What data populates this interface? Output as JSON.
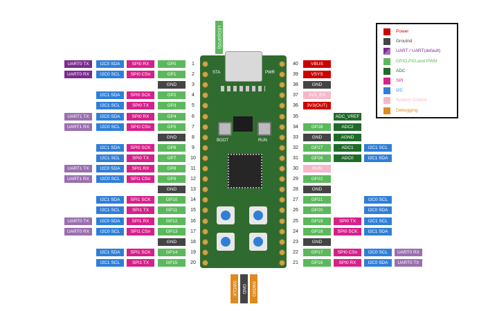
{
  "colors": {
    "power": "#cc0000",
    "ground": "#444444",
    "uart": "#7b2a8f",
    "uart_light": "#9a6fb0",
    "gpio": "#5cb85c",
    "adc": "#1f6b2a",
    "spi": "#d6208a",
    "i2c": "#2f7fd8",
    "sysctl": "#f5b8c8",
    "debug": "#e08a1e",
    "board": "#2f6b2f"
  },
  "top_label": "LED(GP25)",
  "board_text": {
    "sta": "STA",
    "pwr": "PWR",
    "boot": "BOOT",
    "run": "RUN"
  },
  "bottom_pins": [
    "SWCLK",
    "GND",
    "SWDIO"
  ],
  "legend": [
    {
      "label": "Power",
      "color": "#cc0000",
      "text_color": "#cc0000"
    },
    {
      "label": "Groutnd",
      "color": "#444444",
      "text_color": "#444444"
    },
    {
      "label": "UART / UART(default)",
      "color": "#7b2a8f",
      "text_color": "#7b2a8f"
    },
    {
      "label": "GPIO,PIO,and PWM",
      "color": "#5cb85c",
      "text_color": "#5cb85c"
    },
    {
      "label": "ADC",
      "color": "#1f6b2a",
      "text_color": "#1f6b2a"
    },
    {
      "label": "SPI",
      "color": "#d6208a",
      "text_color": "#d6208a"
    },
    {
      "label": "I2C",
      "color": "#2f7fd8",
      "text_color": "#2f7fd8"
    },
    {
      "label": "System Control",
      "color": "#f5b8c8",
      "text_color": "#f5b8c8"
    },
    {
      "label": "Debugging",
      "color": "#e08a1e",
      "text_color": "#e08a1e"
    }
  ],
  "left_pins": [
    {
      "num": "1",
      "labels": [
        [
          "UART0 TX",
          "uart"
        ],
        [
          "I2C0 SDA",
          "i2c"
        ],
        [
          "SPI0 RX",
          "spi"
        ],
        [
          "GP0",
          "gpio"
        ]
      ]
    },
    {
      "num": "2",
      "labels": [
        [
          "UART0 RX",
          "uart"
        ],
        [
          "I2C0 SCL",
          "i2c"
        ],
        [
          "SPI0 CSn",
          "spi"
        ],
        [
          "GP1",
          "gpio"
        ]
      ]
    },
    {
      "num": "3",
      "labels": [
        null,
        null,
        null,
        [
          "GND",
          "ground"
        ]
      ]
    },
    {
      "num": "4",
      "labels": [
        null,
        [
          "I2C1 SDA",
          "i2c"
        ],
        [
          "SPI0 SCK",
          "spi"
        ],
        [
          "GP2",
          "gpio"
        ]
      ]
    },
    {
      "num": "5",
      "labels": [
        null,
        [
          "I2C1 SCL",
          "i2c"
        ],
        [
          "SPI0 TX",
          "spi"
        ],
        [
          "GP3",
          "gpio"
        ]
      ]
    },
    {
      "num": "6",
      "labels": [
        [
          "UART1 TX",
          "uart_light"
        ],
        [
          "I2C0 SDA",
          "i2c"
        ],
        [
          "SPI0 RX",
          "spi"
        ],
        [
          "GP4",
          "gpio"
        ]
      ]
    },
    {
      "num": "7",
      "labels": [
        [
          "UART1 RX",
          "uart_light"
        ],
        [
          "I2C0 SCL",
          "i2c"
        ],
        [
          "SPI0 CSn",
          "spi"
        ],
        [
          "GP5",
          "gpio"
        ]
      ]
    },
    {
      "num": "8",
      "labels": [
        null,
        null,
        null,
        [
          "GND",
          "ground"
        ]
      ]
    },
    {
      "num": "9",
      "labels": [
        null,
        [
          "I2C1 SDA",
          "i2c"
        ],
        [
          "SPI0 SCK",
          "spi"
        ],
        [
          "GP6",
          "gpio"
        ]
      ]
    },
    {
      "num": "10",
      "labels": [
        null,
        [
          "I2C1 SCL",
          "i2c"
        ],
        [
          "SPI0 TX",
          "spi"
        ],
        [
          "GP7",
          "gpio"
        ]
      ]
    },
    {
      "num": "11",
      "labels": [
        [
          "UART1 TX",
          "uart_light"
        ],
        [
          "I2C0 SDA",
          "i2c"
        ],
        [
          "SPI1 RX",
          "spi"
        ],
        [
          "GP8",
          "gpio"
        ]
      ]
    },
    {
      "num": "12",
      "labels": [
        [
          "UART1 RX",
          "uart_light"
        ],
        [
          "I2C0 SCL",
          "i2c"
        ],
        [
          "SPI1 CSn",
          "spi"
        ],
        [
          "GP9",
          "gpio"
        ]
      ]
    },
    {
      "num": "13",
      "labels": [
        null,
        null,
        null,
        [
          "GND",
          "ground"
        ]
      ]
    },
    {
      "num": "14",
      "labels": [
        null,
        [
          "I2C1 SDA",
          "i2c"
        ],
        [
          "SPI1 SCK",
          "spi"
        ],
        [
          "GP10",
          "gpio"
        ]
      ]
    },
    {
      "num": "15",
      "labels": [
        null,
        [
          "I2C1 SCL",
          "i2c"
        ],
        [
          "SPI1 TX",
          "spi"
        ],
        [
          "GP11",
          "gpio"
        ]
      ]
    },
    {
      "num": "16",
      "labels": [
        [
          "UART0 TX",
          "uart_light"
        ],
        [
          "I2C0 SDA",
          "i2c"
        ],
        [
          "SPI1 RX",
          "spi"
        ],
        [
          "GP12",
          "gpio"
        ]
      ]
    },
    {
      "num": "17",
      "labels": [
        [
          "UART0 RX",
          "uart_light"
        ],
        [
          "I2C0 SCL",
          "i2c"
        ],
        [
          "SPI1 CSn",
          "spi"
        ],
        [
          "GP13",
          "gpio"
        ]
      ]
    },
    {
      "num": "18",
      "labels": [
        null,
        null,
        null,
        [
          "GND",
          "ground"
        ]
      ]
    },
    {
      "num": "19",
      "labels": [
        null,
        [
          "I2C1 SDA",
          "i2c"
        ],
        [
          "SPI1 SCK",
          "spi"
        ],
        [
          "GP14",
          "gpio"
        ]
      ]
    },
    {
      "num": "20",
      "labels": [
        null,
        [
          "I2C1 SCL",
          "i2c"
        ],
        [
          "SPI1 TX",
          "spi"
        ],
        [
          "GP15",
          "gpio"
        ]
      ]
    }
  ],
  "right_pins": [
    {
      "num": "40",
      "labels": [
        [
          "VBUS",
          "power"
        ]
      ]
    },
    {
      "num": "39",
      "labels": [
        [
          "VSYS",
          "power"
        ]
      ]
    },
    {
      "num": "38",
      "labels": [
        [
          "GND",
          "ground"
        ]
      ]
    },
    {
      "num": "37",
      "labels": [
        [
          "3V3_EN",
          "sysctl"
        ]
      ]
    },
    {
      "num": "36",
      "labels": [
        [
          "3V3(OUT)",
          "power"
        ]
      ]
    },
    {
      "num": "35",
      "labels": [
        [
          "ADC_VREF",
          "adc"
        ]
      ],
      "wide": true
    },
    {
      "num": "34",
      "labels": [
        [
          "GP28",
          "gpio"
        ],
        [
          "ADC2",
          "adc"
        ]
      ]
    },
    {
      "num": "33",
      "labels": [
        [
          "GND",
          "ground"
        ],
        [
          "AGND",
          "adc"
        ]
      ]
    },
    {
      "num": "32",
      "labels": [
        [
          "GP27",
          "gpio"
        ],
        [
          "ADC1",
          "adc"
        ],
        [
          "I2C1 SCL",
          "i2c"
        ]
      ]
    },
    {
      "num": "31",
      "labels": [
        [
          "GP26",
          "gpio"
        ],
        [
          "ADC0",
          "adc"
        ],
        [
          "I2C1 SDA",
          "i2c"
        ]
      ]
    },
    {
      "num": "30",
      "labels": [
        [
          "RUN",
          "sysctl"
        ]
      ]
    },
    {
      "num": "29",
      "labels": [
        [
          "GP22",
          "gpio"
        ]
      ]
    },
    {
      "num": "28",
      "labels": [
        [
          "GND",
          "ground"
        ]
      ]
    },
    {
      "num": "27",
      "labels": [
        [
          "GP21",
          "gpio"
        ],
        null,
        [
          "I2C0 SCL",
          "i2c"
        ]
      ]
    },
    {
      "num": "26",
      "labels": [
        [
          "GP20",
          "gpio"
        ],
        null,
        [
          "I2C0 SDA",
          "i2c"
        ]
      ]
    },
    {
      "num": "25",
      "labels": [
        [
          "GP19",
          "gpio"
        ],
        [
          "SPI0 TX",
          "spi"
        ],
        [
          "I2C1 SCL",
          "i2c"
        ]
      ]
    },
    {
      "num": "24",
      "labels": [
        [
          "GP18",
          "gpio"
        ],
        [
          "SPI0 SCK",
          "spi"
        ],
        [
          "I2C1 SDA",
          "i2c"
        ]
      ]
    },
    {
      "num": "23",
      "labels": [
        [
          "GND",
          "ground"
        ]
      ]
    },
    {
      "num": "22",
      "labels": [
        [
          "GP17",
          "gpio"
        ],
        [
          "SPI0 CSn",
          "spi"
        ],
        [
          "I2C0 SCL",
          "i2c"
        ],
        [
          "UART0 RX",
          "uart_light"
        ]
      ]
    },
    {
      "num": "21",
      "labels": [
        [
          "GP16",
          "gpio"
        ],
        [
          "SPI0 RX",
          "spi"
        ],
        [
          "I2C0 SDA",
          "i2c"
        ],
        [
          "UART0 TX",
          "uart_light"
        ]
      ]
    }
  ]
}
